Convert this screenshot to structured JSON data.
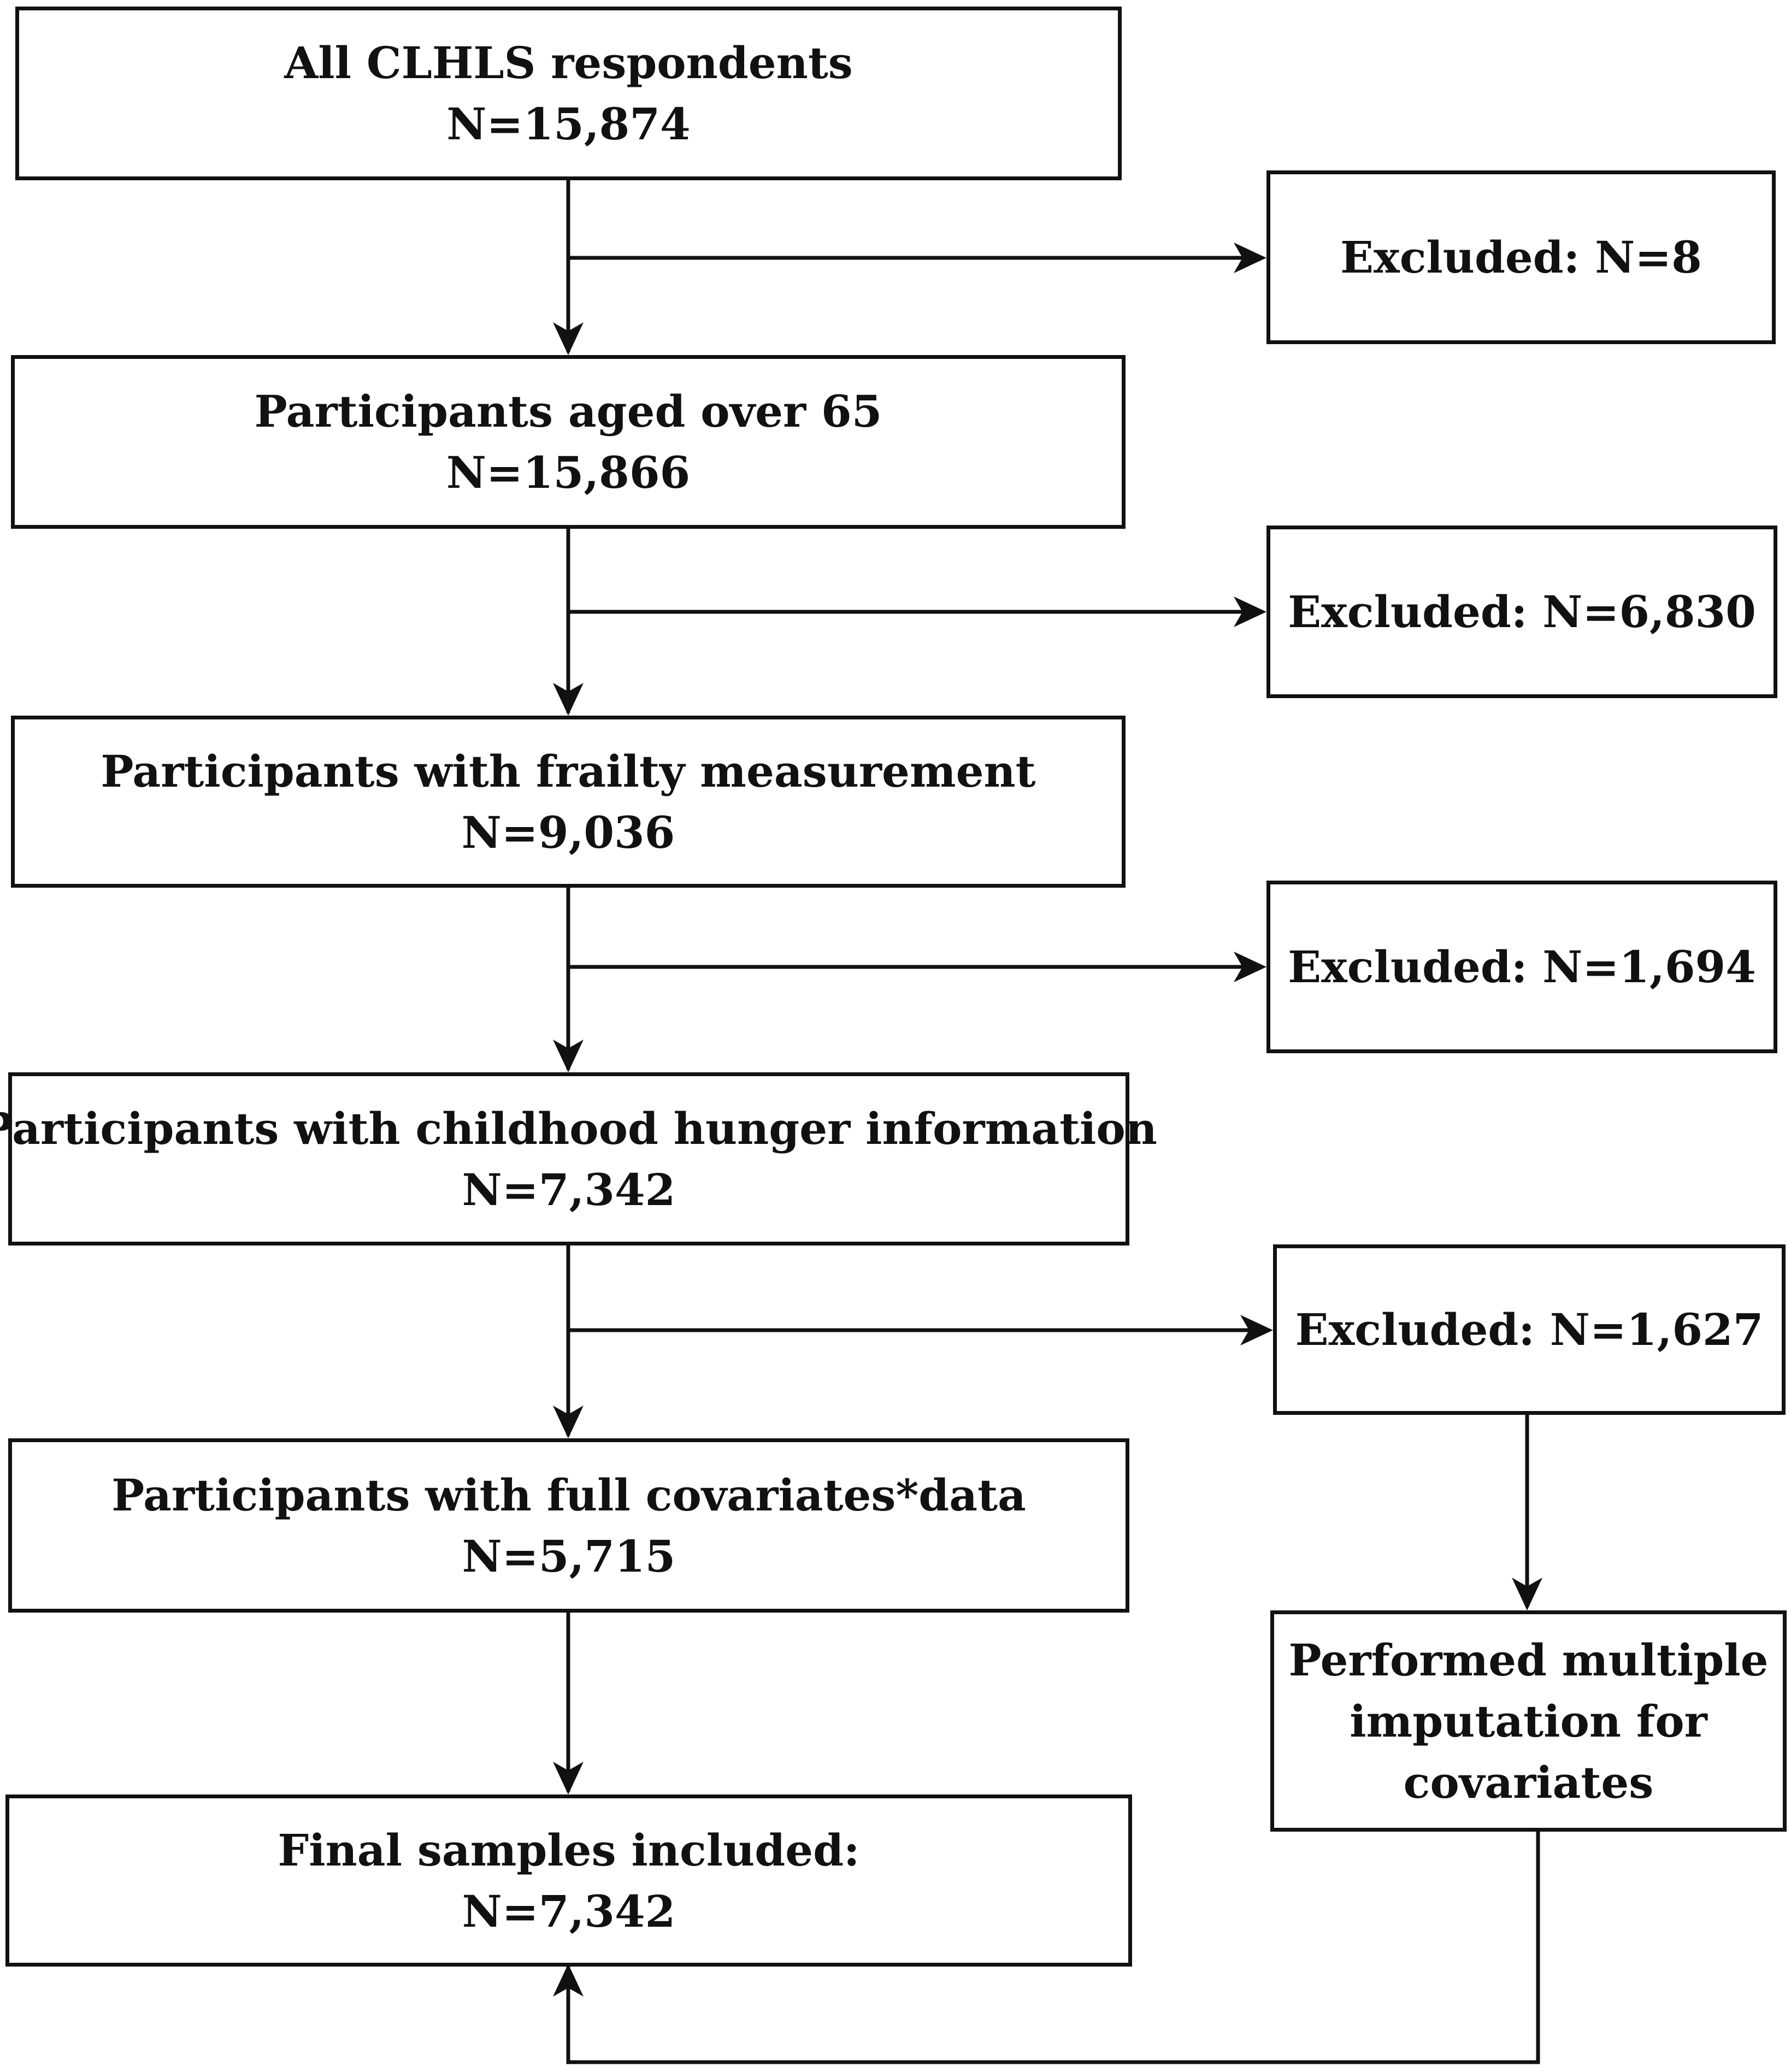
{
  "main_boxes": [
    {
      "id": "all-respondents",
      "label": "All CLHLS respondents",
      "count": "N=15,874"
    },
    {
      "id": "aged-over-65",
      "label": "Participants aged over 65",
      "count": "N=15,866"
    },
    {
      "id": "frailty",
      "label": "Participants with frailty measurement",
      "count": "N=9,036"
    },
    {
      "id": "hunger",
      "label": "Participants with childhood hunger information",
      "count": "N=7,342"
    },
    {
      "id": "covariates",
      "label": "Participants with full covariates*data",
      "count": "N=5,715"
    },
    {
      "id": "final",
      "label": "Final samples included:",
      "count": "N=7,342"
    }
  ],
  "exclusion_boxes": [
    {
      "id": "excluded-1",
      "label": "Excluded: N=8"
    },
    {
      "id": "excluded-2",
      "label": "Excluded: N=6,830"
    },
    {
      "id": "excluded-3",
      "label": "Excluded: N=1,694"
    },
    {
      "id": "excluded-4",
      "label": "Excluded:  N=1,627"
    }
  ],
  "imputation_box": {
    "lines": [
      "Performed multiple",
      "imputation for",
      "covariates"
    ]
  },
  "colors": {
    "stroke": "#111111",
    "background": "#ffffff"
  }
}
